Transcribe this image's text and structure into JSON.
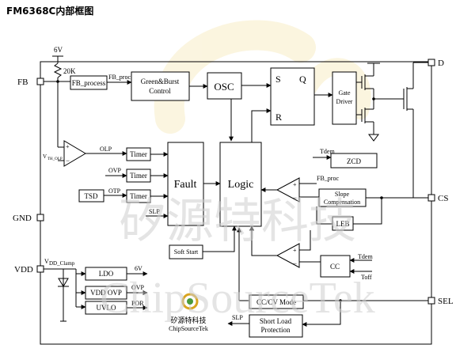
{
  "title": "FM6368C内部框图",
  "pins": {
    "fb": "FB",
    "gnd": "GND",
    "vdd": "VDD",
    "d": "D",
    "cs": "CS",
    "sel": "SEL"
  },
  "labels": {
    "v6_top": "6V",
    "r20k": "20K",
    "fb_proc_top": "FB_proc",
    "vth_olp_v": "V",
    "vth_olp_sub": "TH_OLP",
    "olp": "OLP",
    "ovp": "OVP",
    "otp": "OTP",
    "slp": "SLP",
    "vdd_clamp_v": "V",
    "vdd_clamp_sub": "DD_Clamp",
    "v6_ldo": "6V",
    "ovp_out": "OVP",
    "por": "POR",
    "slp_short": "SLP",
    "tdem_zcd": "Tdem",
    "fb_proc_right": "FB_proc",
    "tdem_cc": "Tdem",
    "toff": "Toff",
    "s": "S",
    "q": "Q",
    "r": "R"
  },
  "blocks": {
    "fb_process": "FB_process",
    "green_burst_1": "Green&Burst",
    "green_burst_2": "Control",
    "osc": "OSC",
    "gate_driver_1": "Gate",
    "gate_driver_2": "Driver",
    "timer1": "Timer",
    "timer2": "Timer",
    "timer3": "Timer",
    "tsd": "TSD",
    "fault": "Fault",
    "logic": "Logic",
    "soft_start": "Soft Start",
    "zcd": "ZCD",
    "slope_1": "Slope",
    "slope_2": "Compensation",
    "leb": "LEB",
    "cc": "CC",
    "ldo": "LDO",
    "vdd_ovp": "VDD OVP",
    "uvlo": "UVLO",
    "cc_cv_mode": "CC/CV Mode",
    "short_load_1": "Short Load",
    "short_load_2": "Protection"
  },
  "logo": {
    "name_cn": "矽源特科技",
    "name_en": "ChipSourceTek"
  },
  "watermark": {
    "cn": "矽源特科技",
    "en": "ChipSourceTek"
  }
}
